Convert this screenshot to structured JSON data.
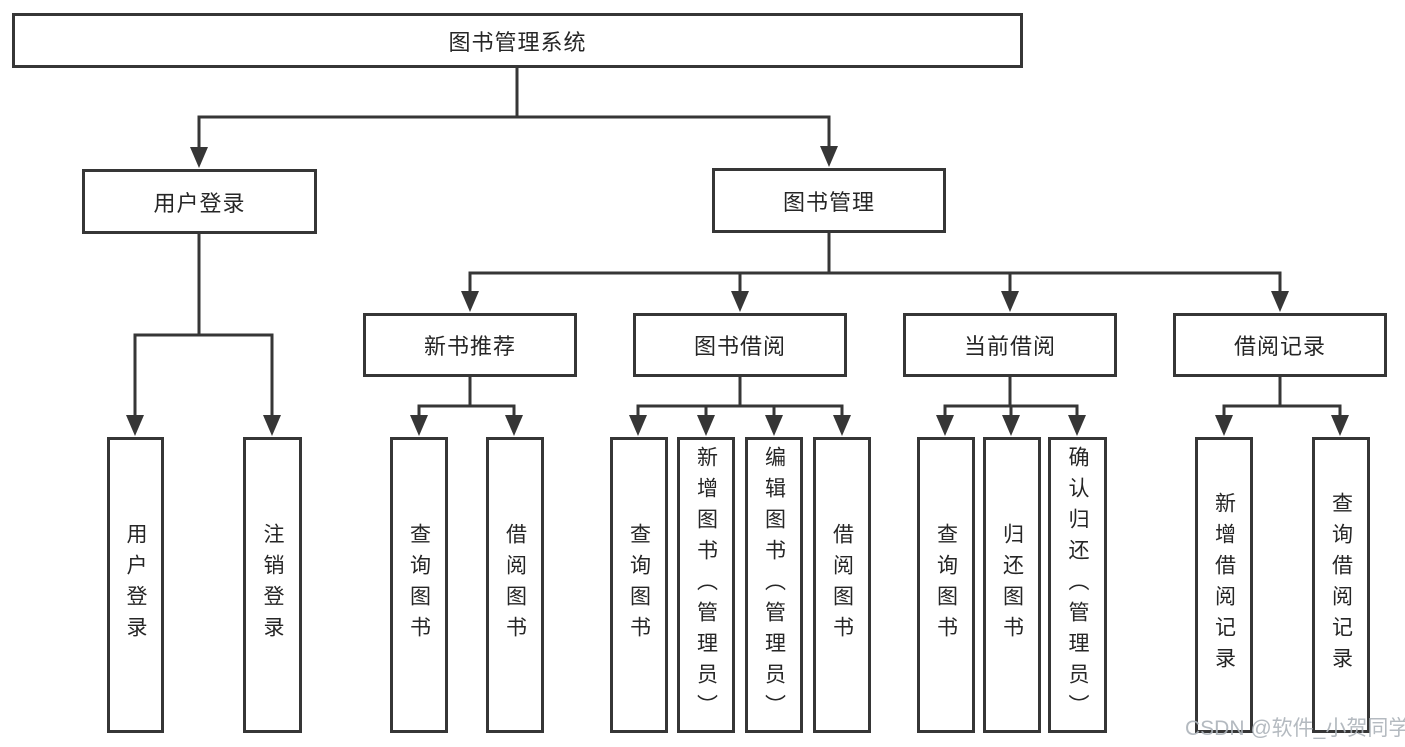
{
  "tree": {
    "label": "图书管理系统",
    "children": [
      {
        "label": "用户登录",
        "children": [
          {
            "label": "用户登录"
          },
          {
            "label": "注销登录"
          }
        ]
      },
      {
        "label": "图书管理",
        "children": [
          {
            "label": "新书推荐",
            "children": [
              {
                "label": "查询图书"
              },
              {
                "label": "借阅图书"
              }
            ]
          },
          {
            "label": "图书借阅",
            "children": [
              {
                "label": "查询图书"
              },
              {
                "label": "新增图书（管理员）"
              },
              {
                "label": "编辑图书（管理员）"
              },
              {
                "label": "借阅图书"
              }
            ]
          },
          {
            "label": "当前借阅",
            "children": [
              {
                "label": "查询图书"
              },
              {
                "label": "归还图书"
              },
              {
                "label": "确认归还（管理员）"
              }
            ]
          },
          {
            "label": "借阅记录",
            "children": [
              {
                "label": "新增借阅记录"
              },
              {
                "label": "查询借阅记录"
              }
            ]
          }
        ]
      }
    ]
  },
  "watermark": "CSDN @软件_小贺同学",
  "colors": {
    "line": "#363636",
    "box_border": "#363636",
    "text": "#262626",
    "watermark": "#acb2b9",
    "background": "#ffffff"
  }
}
